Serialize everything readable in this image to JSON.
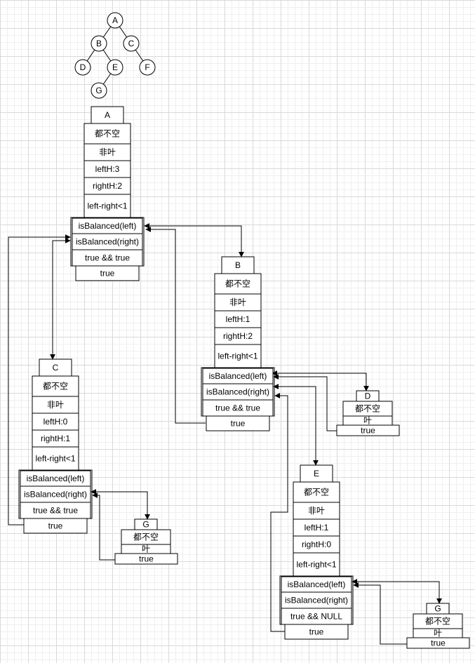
{
  "tree": {
    "nodes": [
      {
        "id": "A",
        "label": "A"
      },
      {
        "id": "B",
        "label": "B"
      },
      {
        "id": "C",
        "label": "C"
      },
      {
        "id": "D",
        "label": "D"
      },
      {
        "id": "E",
        "label": "E"
      },
      {
        "id": "F",
        "label": "F"
      },
      {
        "id": "G",
        "label": "G"
      }
    ],
    "edges": [
      [
        "A",
        "B"
      ],
      [
        "A",
        "C"
      ],
      [
        "B",
        "D"
      ],
      [
        "B",
        "E"
      ],
      [
        "C",
        "F"
      ],
      [
        "E",
        "G"
      ]
    ]
  },
  "frames": {
    "A": {
      "title": "A",
      "rows": [
        "都不空",
        "非叶",
        "leftH:3",
        "rightH:2",
        "left-right<1",
        "isBalanced(left)",
        "isBalanced(right)",
        "true && true",
        "true"
      ]
    },
    "B": {
      "title": "B",
      "rows": [
        "都不空",
        "非叶",
        "leftH:1",
        "rightH:2",
        "left-right<1",
        "isBalanced(left)",
        "isBalanced(right)",
        "true && true",
        "true"
      ]
    },
    "C": {
      "title": "C",
      "rows": [
        "都不空",
        "非叶",
        "leftH:0",
        "rightH:1",
        "left-right<1",
        "isBalanced(left)",
        "isBalanced(right)",
        "true && true",
        "true"
      ]
    },
    "E": {
      "title": "E",
      "rows": [
        "都不空",
        "非叶",
        "leftH:1",
        "rightH:0",
        "left-right<1",
        "isBalanced(left)",
        "isBalanced(right)",
        "true && NULL",
        "true"
      ]
    },
    "D": {
      "title": "D",
      "rows": [
        "都不空",
        "叶",
        "true"
      ]
    },
    "G1": {
      "title": "G",
      "rows": [
        "都不空",
        "叶",
        "true"
      ]
    },
    "G2": {
      "title": "G",
      "rows": [
        "都不空",
        "叶",
        "true"
      ]
    }
  }
}
